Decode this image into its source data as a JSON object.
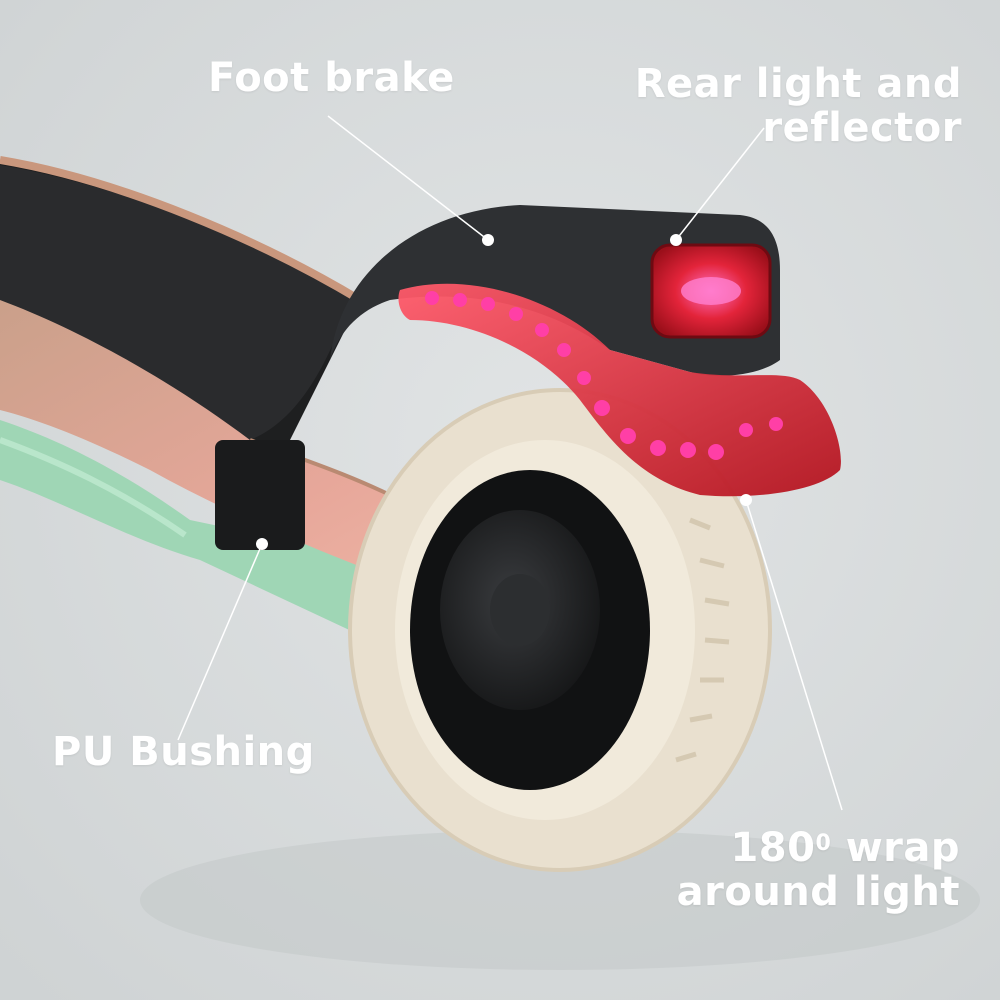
{
  "callouts": {
    "foot_brake": "Foot brake",
    "rear_light_line1": "Rear light and",
    "rear_light_line2": "reflector",
    "pu_bushing": "PU Bushing",
    "wrap_light_number": "180",
    "wrap_light_superscript": "0",
    "wrap_light_line1_rest": " wrap",
    "wrap_light_line2": "around light"
  },
  "colors": {
    "background": "#d7dadb",
    "label_text": "#ffffff",
    "deck_grip": "#2a2b2d",
    "deck_wood": "#d9a58c",
    "frame_mint": "#9fd6b5",
    "fender_black": "#2e3033",
    "rear_light_red": "#e0283a",
    "led_pink": "#ff3fa6",
    "tire_cream": "#ece3d3"
  },
  "icons": [
    "callout-dot-icon"
  ]
}
